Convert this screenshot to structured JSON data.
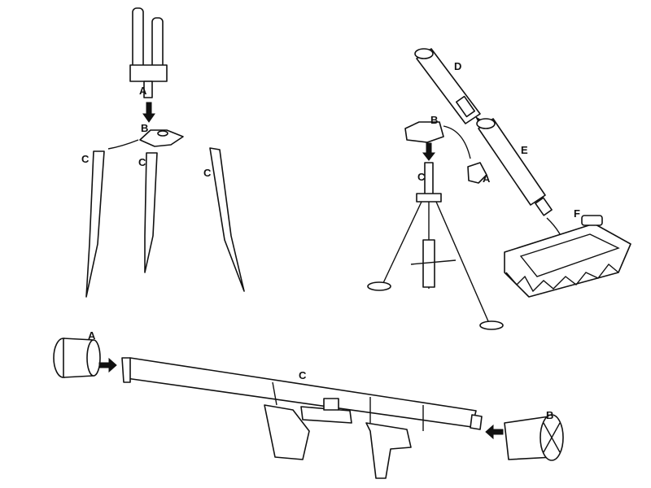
{
  "groups": [
    {
      "name": "tripod-stand-set",
      "labels": [
        "A",
        "B",
        "C",
        "C",
        "C"
      ]
    },
    {
      "name": "mortar-set",
      "labels": [
        "D",
        "B",
        "C",
        "A",
        "E",
        "F"
      ]
    },
    {
      "name": "bazooka-set",
      "labels": [
        "A",
        "C",
        "B"
      ]
    }
  ],
  "colors": {
    "ink": "#111111",
    "paper": "#ffffff"
  }
}
